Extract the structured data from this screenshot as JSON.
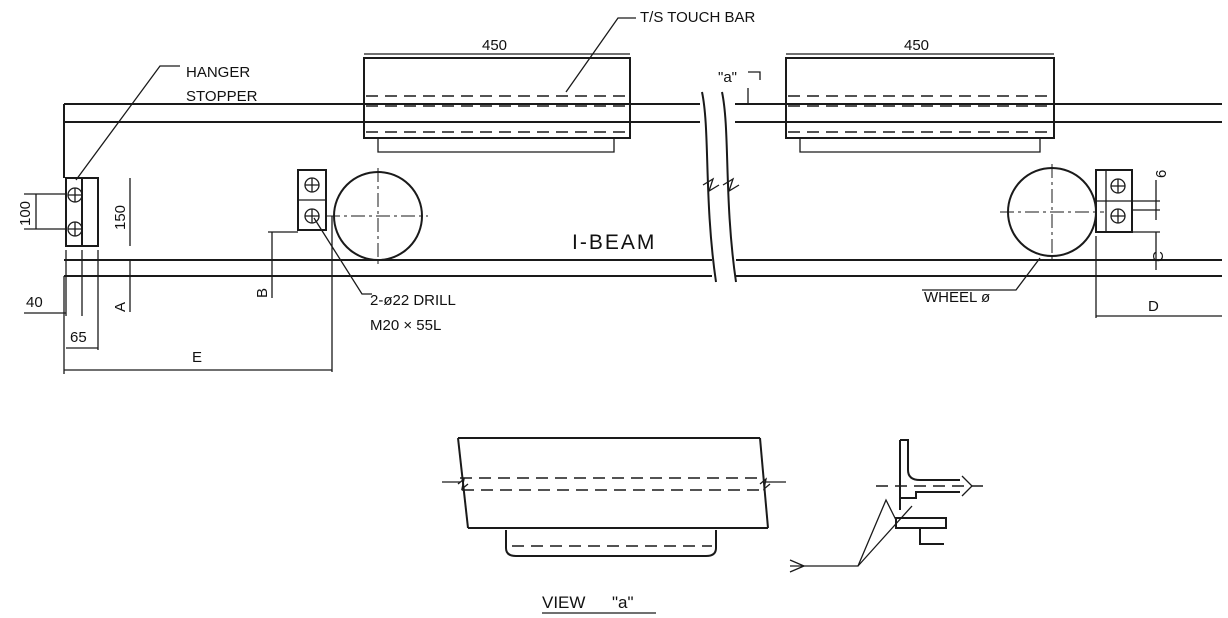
{
  "labels": {
    "touch_bar": "T/S TOUCH BAR",
    "hanger": "HANGER",
    "stopper": "STOPPER",
    "i_beam": "I-BEAM",
    "drill": "2-ø22 DRILL",
    "bolt": "M20 × 55L",
    "wheel": "WHEEL ø",
    "view_marker": "\"a\"",
    "view_title": "VIEW",
    "view_title_ref": "\"a\""
  },
  "dimensions": {
    "bar_left": "450",
    "bar_right": "450",
    "d100": "100",
    "d150": "150",
    "d40": "40",
    "d65": "65",
    "dA": "A",
    "dB": "B",
    "dC": "C",
    "dD": "D",
    "dE": "E",
    "d6": "6"
  }
}
